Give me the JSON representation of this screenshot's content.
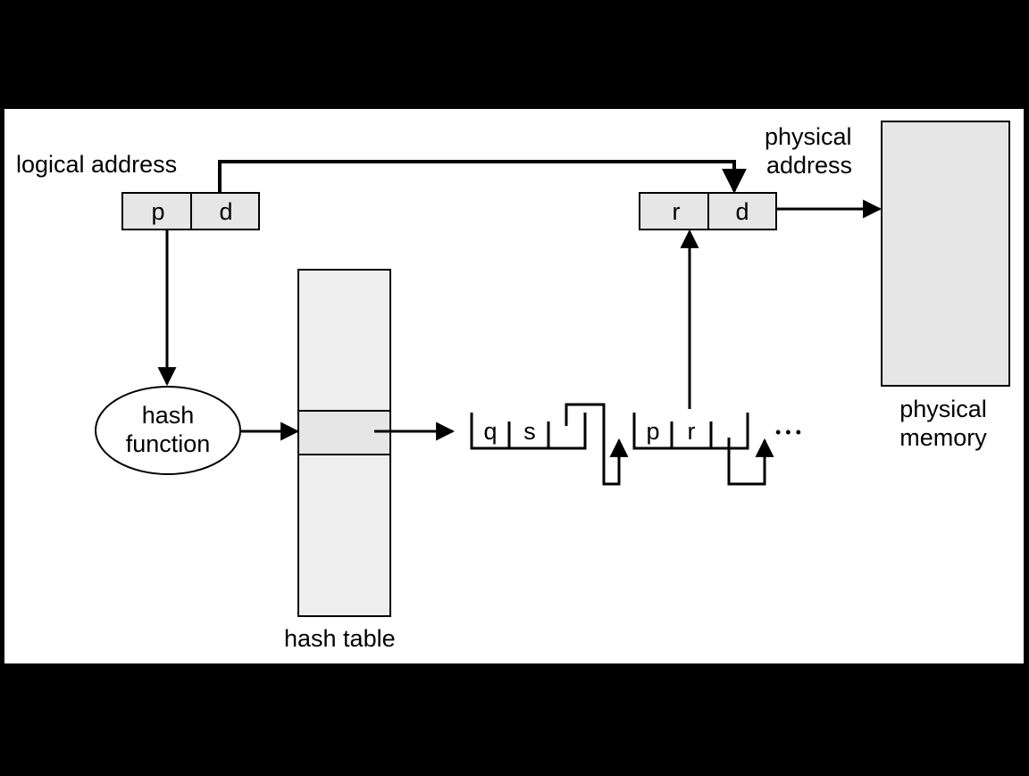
{
  "colors": {
    "background": "#000000",
    "panel": "#ffffff",
    "box_fill": "#e6e6e6",
    "table_fill": "#eeeeee",
    "stroke": "#000000"
  },
  "labels": {
    "logical_address": "logical address",
    "physical_address_line1": "physical",
    "physical_address_line2": "address",
    "hash_function_line1": "hash",
    "hash_function_line2": "function",
    "hash_table": "hash table",
    "physical_memory_line1": "physical",
    "physical_memory_line2": "memory",
    "ellipsis": "• • •"
  },
  "logical_address": {
    "page": "p",
    "offset": "d"
  },
  "physical_address": {
    "frame": "r",
    "offset": "d"
  },
  "chain": [
    {
      "page": "q",
      "frame": "s"
    },
    {
      "page": "p",
      "frame": "r"
    }
  ]
}
